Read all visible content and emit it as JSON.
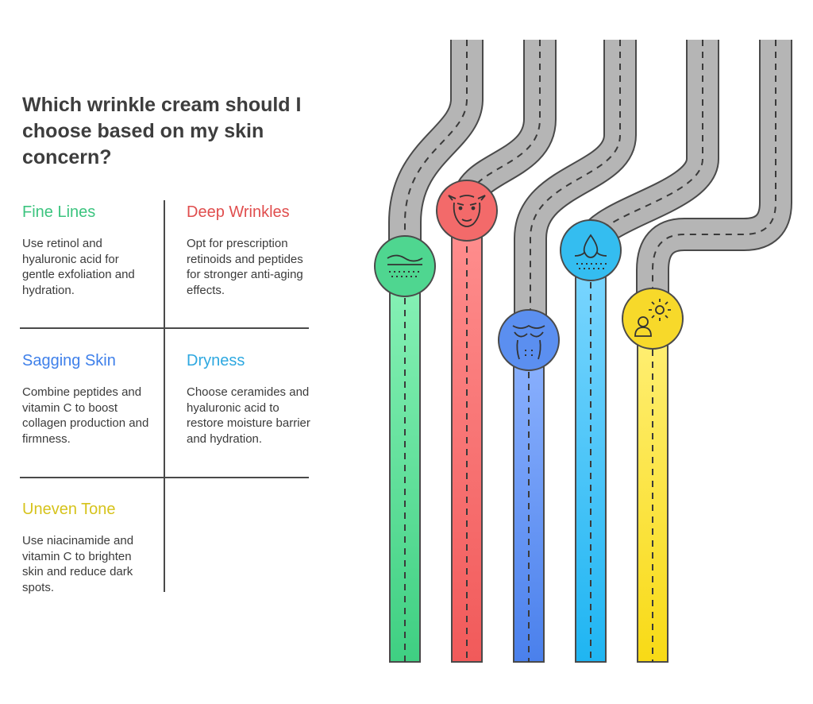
{
  "title": "Which wrinkle cream should I choose based on my skin concern?",
  "concerns": [
    {
      "label": "Fine Lines",
      "color": "#3cc47f",
      "text": "Use retinol and hyaluronic acid for gentle exfoliation and hydration."
    },
    {
      "label": "Deep Wrinkles",
      "color": "#e04e4e",
      "text": "Opt for prescription retinoids and peptides for stronger anti-aging effects."
    },
    {
      "label": "Sagging Skin",
      "color": "#3f80ea",
      "text": "Combine peptides and vitamin C to boost collagen production and firmness."
    },
    {
      "label": "Dryness",
      "color": "#2ea8e0",
      "text": "Choose ceramides and hyaluronic acid to restore moisture barrier and hydration."
    },
    {
      "label": "Uneven Tone",
      "color": "#d6c31c",
      "text": "Use niacinamide and vitamin C to brighten skin and reduce dark spots."
    }
  ],
  "icons": {
    "fine_lines": "skin-wave-icon",
    "deep_wrinkles": "wrinkled-face-icon",
    "sagging_skin": "sagging-torso-icon",
    "dryness": "droplet-skin-icon",
    "uneven_tone": "sun-face-icon"
  },
  "colors": {
    "road": "#b5b5b5",
    "outline": "#4a4a4a",
    "fine_lines": "#4fd690",
    "deep_wrinkles": "#f36a6a",
    "sagging_skin": "#5b8ff0",
    "dryness": "#34bdf0",
    "uneven_tone": "#f7d92a"
  }
}
